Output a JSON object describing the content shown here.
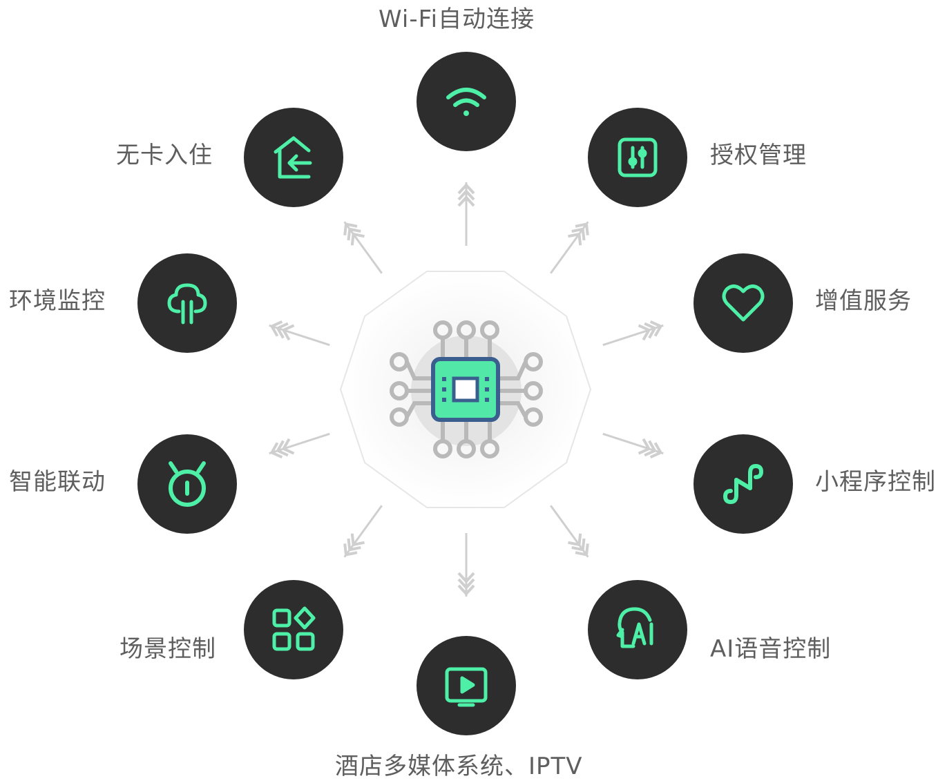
{
  "features": {
    "wifi": {
      "label": "Wi-Fi自动连接",
      "icon": "wifi-icon"
    },
    "auth": {
      "label": "授权管理",
      "icon": "sliders-icon"
    },
    "value": {
      "label": "增值服务",
      "icon": "heart-icon"
    },
    "miniapp": {
      "label": "小程序控制",
      "icon": "link-s-icon"
    },
    "ai": {
      "label": "AI语音控制",
      "icon": "ai-head-icon"
    },
    "iptv": {
      "label": "酒店多媒体系统、IPTV",
      "icon": "play-screen-icon"
    },
    "scene": {
      "label": "场景控制",
      "icon": "grid-shapes-icon"
    },
    "linkage": {
      "label": "智能联动",
      "icon": "timer-icon"
    },
    "env": {
      "label": "环境监控",
      "icon": "tree-icon"
    },
    "checkin": {
      "label": "无卡入住",
      "icon": "home-enter-icon"
    }
  },
  "center": {
    "icon": "chip-icon"
  },
  "colors": {
    "accent": "#4ef0a8",
    "node_bg": "#2c2d2c",
    "label_text": "#5e5e5e",
    "arrow": "#cfcfcf",
    "chip_body": "#3a5f8f",
    "chip_fill": "#52e8a8"
  }
}
